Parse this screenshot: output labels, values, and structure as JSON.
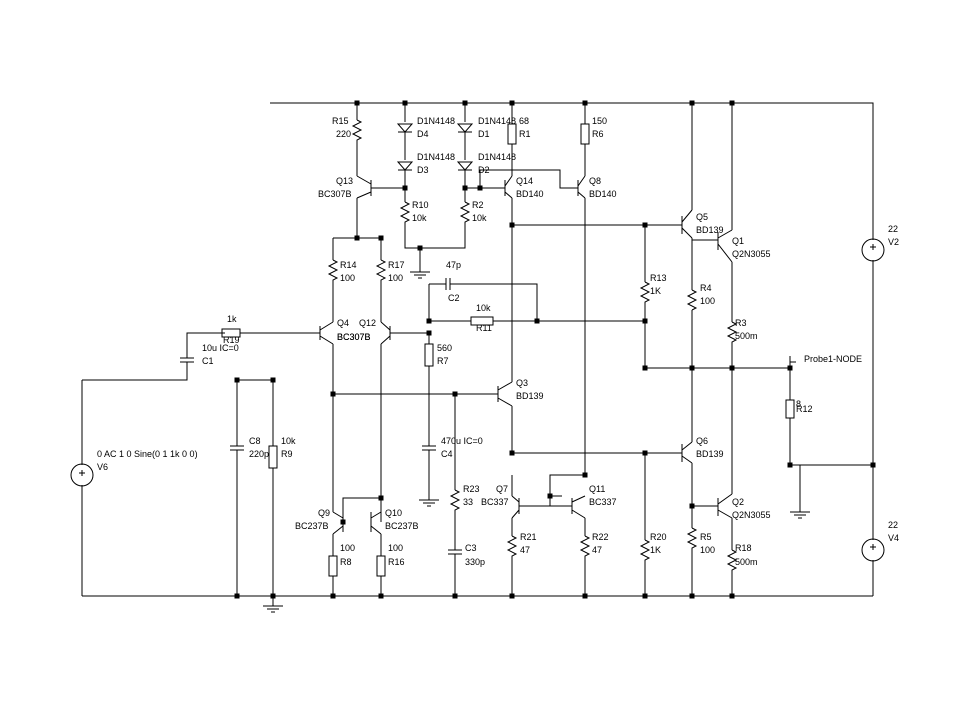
{
  "labels": [
    "R15",
    "220",
    "D1N4148",
    "D4",
    "D1N4148",
    "D1",
    "68",
    "R1",
    "150",
    "R6",
    "D1N4148",
    "D3",
    "D1N4148",
    "D2",
    "Q13",
    "BC307B",
    "Q14",
    "BD140",
    "Q8",
    "BD140",
    "R10",
    "10k",
    "R2",
    "10k",
    "Q5",
    "BD139",
    "Q1",
    "Q2N3055",
    "R14",
    "100",
    "R17",
    "100",
    "47p",
    "C2",
    "R13",
    "1K",
    "R4",
    "100",
    "10k",
    "R11",
    "1k",
    "R19",
    "Q4",
    "Q12",
    "BC307B",
    "BC307B",
    "10u IC=0",
    "C1",
    "560",
    "R7",
    "R3",
    "500m",
    "Probe1-NODE",
    "Q3",
    "BD139",
    "8",
    "R12",
    "22",
    "V2",
    "C8",
    "220p",
    "10k",
    "R9",
    "0 AC 1 0 Sine(0 1 1k 0 0)",
    "V6",
    "470u IC=0",
    "C4",
    "Q6",
    "BD139",
    "R23",
    "33",
    "Q7",
    "BC337",
    "Q11",
    "BC337",
    "Q2",
    "Q2N3055",
    "Q9",
    "BC237B",
    "Q10",
    "BC237B",
    "R21",
    "47",
    "R22",
    "47",
    "R20",
    "1K",
    "R5",
    "100",
    "22",
    "V4",
    "100",
    "R8",
    "100",
    "R16",
    "C3",
    "330p",
    "R18",
    "500m"
  ]
}
